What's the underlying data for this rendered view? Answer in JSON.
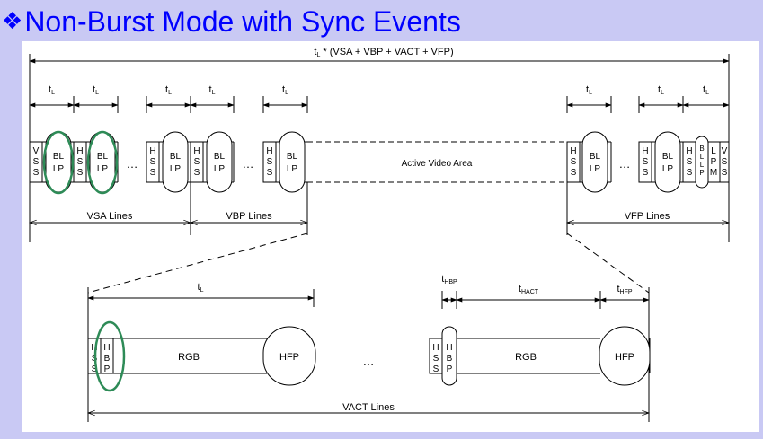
{
  "slide": {
    "title_glyph": "❖",
    "title": "Non-Burst Mode with Sync Events",
    "accent_color": "#0000ff",
    "background_color": "#c9c9f4",
    "highlight_color": "#2e8b57"
  },
  "diagram": {
    "total_formula": "* (VSA + VBP + VACT + VFP)",
    "t_label": "t",
    "t_sub": "L",
    "hss": [
      "H",
      "S",
      "S"
    ],
    "vss": [
      "V",
      "S",
      "S"
    ],
    "bllp": [
      "BL",
      "LP"
    ],
    "bllp_small": [
      "B",
      "L",
      "L",
      "P"
    ],
    "lpm": [
      "L",
      "P",
      "M"
    ],
    "hbp": [
      "H",
      "B",
      "P"
    ],
    "ellipsis": "…",
    "active_video": "Active Video Area",
    "vsa_lines": "VSA Lines",
    "vbp_lines": "VBP Lines",
    "vfp_lines": "VFP Lines",
    "vact_lines": "VACT Lines",
    "rgb": "RGB",
    "hfp": "HFP",
    "t_hbp_sub": "HBP",
    "t_hact_sub": "HACT",
    "t_hfp_sub": "HFP"
  }
}
